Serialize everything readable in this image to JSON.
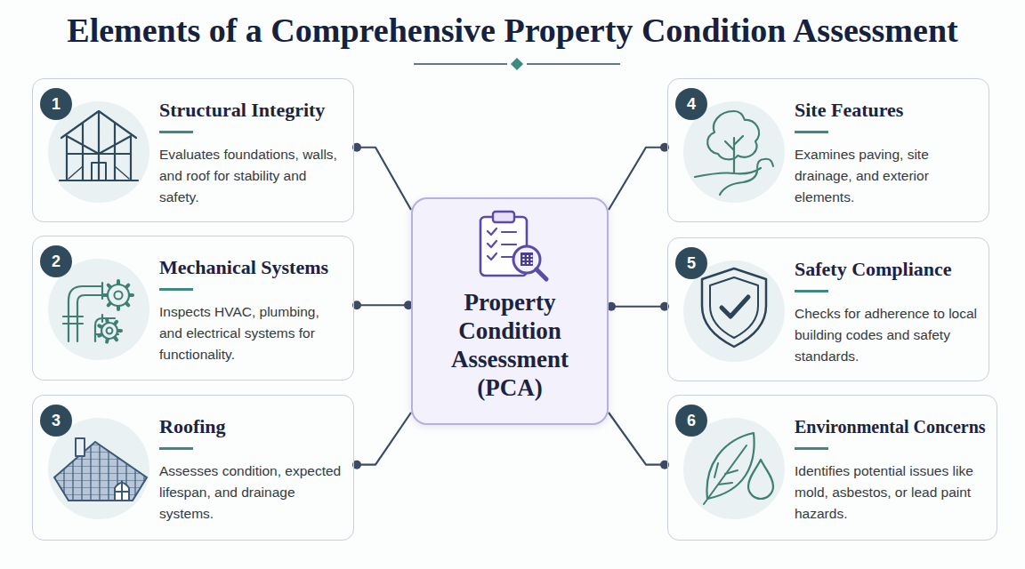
{
  "diagram": {
    "title": "Elements of a Comprehensive Property Condition Assessment",
    "nodes": [
      {
        "text": [
          "Structural Integrity",
          "Evaluates foundations, walls, and roof for stability and safety."
        ]
      },
      {
        "text": [
          "1"
        ],
        "in": 0
      },
      {
        "text": [
          "Mechanical Systems",
          "Inspects HVAC, plumbing, and electrical systems for functionality."
        ]
      },
      {
        "text": [
          "2"
        ],
        "in": 2
      },
      {
        "text": [
          "Roofing",
          "Assesses condition, expected lifespan, and drainage systems."
        ]
      },
      {
        "text": [
          "3"
        ],
        "in": 4
      },
      {
        "text": [
          "Site Features",
          "Examines paving, site drainage, and exterior elements."
        ]
      },
      {
        "text": [
          "4"
        ],
        "in": 6
      },
      {
        "text": [
          "Safety Compliance",
          "Checks for adherence to local building codes and safety standards."
        ]
      },
      {
        "text": [
          "5"
        ],
        "in": 8
      },
      {
        "text": [
          "Environmental Concerns",
          "Identifies potential issues like mold, asbestos, or lead paint hazards."
        ]
      },
      {
        "text": [
          "6"
        ],
        "in": 10
      },
      {
        "text": [
          "Property Condition Assessment (PCA)"
        ]
      }
    ],
    "edges": [
      {
        "from": 12,
        "to": 0,
        "arrow": "none"
      },
      {
        "from": 12,
        "to": 2,
        "arrow": "none"
      },
      {
        "from": 12,
        "to": 4,
        "arrow": "none"
      },
      {
        "from": 12,
        "to": 6,
        "arrow": "none"
      },
      {
        "from": 12,
        "to": 8,
        "arrow": "none"
      },
      {
        "from": 12,
        "to": 10,
        "arrow": "none"
      }
    ]
  }
}
